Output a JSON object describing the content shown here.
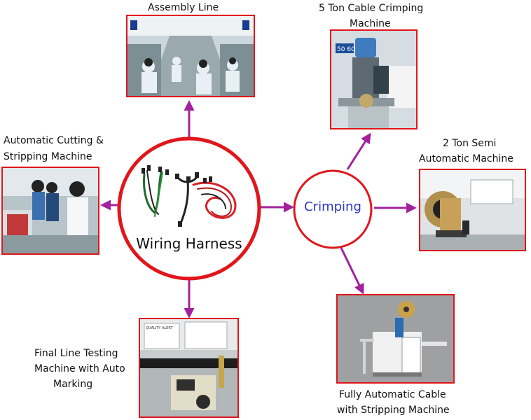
{
  "center": {
    "title": "Wiring Harness"
  },
  "crimping": {
    "label": "Crimping"
  },
  "nodes": {
    "assembly_line": "Assembly Line",
    "cable_crimping_line1": "5 Ton Cable Crimping",
    "cable_crimping_line2": "Machine",
    "semi_auto_line1": "2 Ton Semi",
    "semi_auto_line2": "Automatic Machine",
    "cutting_line1": "Automatic Cutting &",
    "cutting_line2": "Stripping Machine",
    "testing_line1": "Final Line Testing",
    "testing_line2": "Machine with Auto",
    "testing_line3": "Marking",
    "fully_auto_line1": "Fully Automatic Cable",
    "fully_auto_line2": "with Stripping Machine"
  },
  "photo_signs": {
    "machine_tag": "50 60",
    "quality_alert": "QUALITY ALERT"
  },
  "colors": {
    "circle_border": "#e0161b",
    "arrow": "#a3219c",
    "crimping_text": "#2a35c9",
    "photo_border": "#e0161b"
  }
}
